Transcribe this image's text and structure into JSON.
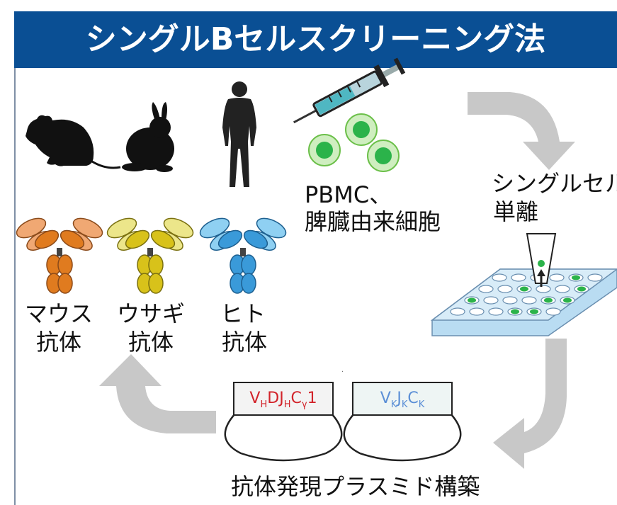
{
  "title": "シングルBセルスクリーニング法",
  "source_label": "PBMC、",
  "source_label2": "脾臓由来細胞",
  "single_cell_label": "シングルセル",
  "single_cell_label2": "単離",
  "antibodies": [
    {
      "species": "マウス",
      "suffix": "抗体"
    },
    {
      "species": "ウサギ",
      "suffix": "抗体"
    },
    {
      "species": "ヒト",
      "suffix": "抗体"
    }
  ],
  "plasmid_label": "抗体発現プラスミド構築",
  "heavy_chain": {
    "p1": "V",
    "s1": "H",
    "p2": "DJ",
    "s2": "H",
    "p3": "C",
    "s3": "γ",
    "p4": "1"
  },
  "light_chain": {
    "p1": "V",
    "s1": "K",
    "p2": "J",
    "s2": "K",
    "p3": "C",
    "s3": "K"
  },
  "colors": {
    "header_bg": "#0a4f94",
    "mouse_antibody": "#e07b1f",
    "rabbit_antibody": "#d8c21a",
    "human_antibody": "#3a9ad9",
    "cell": "#5ccf5c",
    "arrow": "#c8c8c8",
    "heavy_chain_text": "#d2232a",
    "light_chain_text": "#5b8fd6"
  },
  "icons": [
    "mouse-icon",
    "rabbit-icon",
    "human-icon",
    "syringe-icon",
    "cell-icon",
    "pipette-icon",
    "well-plate-icon",
    "plasmid-icon",
    "cycle-arrow-icon"
  ]
}
